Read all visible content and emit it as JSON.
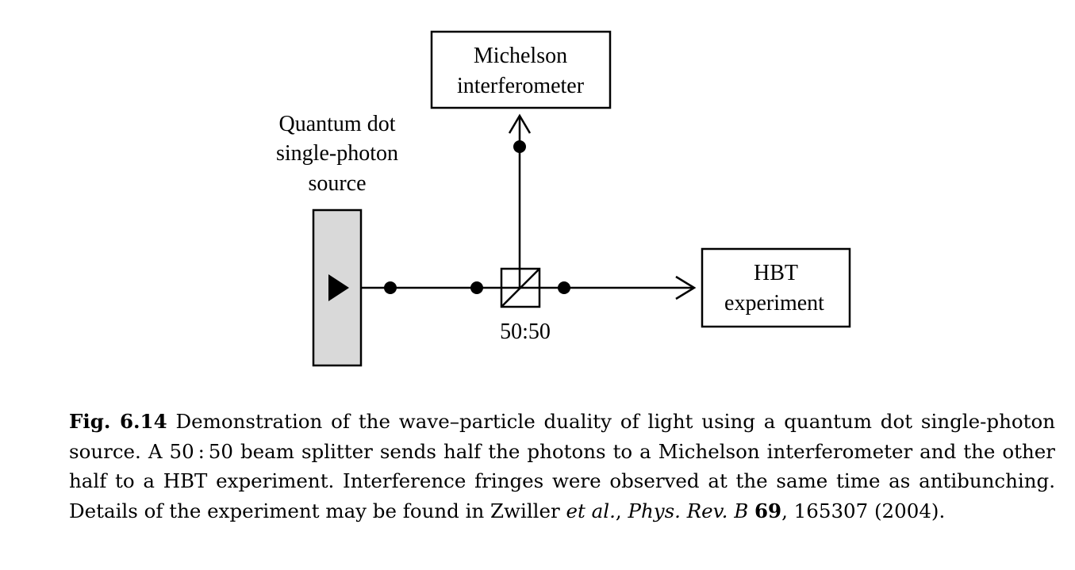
{
  "diagram": {
    "source_label": [
      "Quantum dot",
      "single-photon",
      "source"
    ],
    "michelson_label": [
      "Michelson",
      "interferometer"
    ],
    "hbt_label": [
      "HBT",
      "experiment"
    ],
    "splitter_label": "50:50"
  },
  "caption": {
    "figure_number": "Fig. 6.14",
    "seg1": " Demonstration of the wave–particle duality of light using a quantum dot single-photon source. A 50 : 50 beam splitter sends half the photons to a Michelson interferometer and the other half to a HBT experiment. Interference fringes were observed at the same time as antibunching. Details of the experiment may be found in Zwiller ",
    "et_al": "et al.",
    "seg2": ", ",
    "journal": "Phys. Rev. B",
    "seg3": " ",
    "volume": "69",
    "seg4": ", 165307 (2004)."
  }
}
